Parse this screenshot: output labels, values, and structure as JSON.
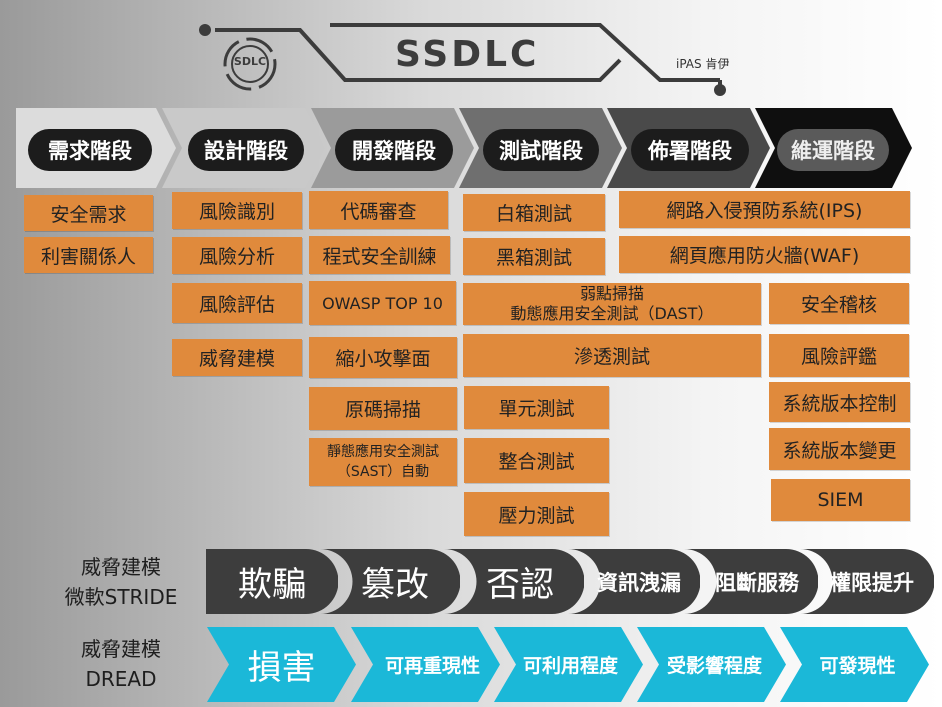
{
  "header": {
    "title": "SSDLC",
    "logo_text": "SDLC",
    "credit": "iPAS 肯伊"
  },
  "phases": [
    {
      "label": "需求階段",
      "fill": "#dcdcdc"
    },
    {
      "label": "設計階段",
      "fill": "#c9c9c9"
    },
    {
      "label": "開發階段",
      "fill": "#9b9b9b"
    },
    {
      "label": "測試階段",
      "fill": "#6f6f6f"
    },
    {
      "label": "佈署階段",
      "fill": "#4a4a4a"
    },
    {
      "label": "維運階段",
      "fill": "#0f0f0f"
    }
  ],
  "requirements": [
    "安全需求",
    "利害關係人"
  ],
  "design": [
    "風險識別",
    "風險分析",
    "風險評估",
    "威脅建模"
  ],
  "development": [
    "代碼審查",
    "程式安全訓練",
    "OWASP  TOP 10",
    "縮小攻擊面",
    "原碼掃描"
  ],
  "development_sast": [
    "靜態應用安全測試",
    "（SAST）自動"
  ],
  "testing": [
    "白箱測試",
    "黑箱測試"
  ],
  "dast": [
    "弱點掃描",
    "動態應用安全測試（DAST）"
  ],
  "pentest": "滲透測試",
  "testing_lower": [
    "單元測試",
    "整合測試",
    "壓力測試"
  ],
  "deployment": [
    "網路入侵預防系統(IPS)",
    "網頁應用防火牆(WAF)"
  ],
  "operations": [
    "安全稽核",
    "風險評鑑",
    "系統版本控制",
    "系統版本變更",
    "SIEM"
  ],
  "stride": {
    "label_line1": "威脅建模",
    "label_line2": "微軟STRIDE",
    "items": [
      "欺騙",
      "篡改",
      "否認",
      "資訊洩漏",
      "阻斷服務",
      "權限提升"
    ],
    "color": "#3d3d3d"
  },
  "dread": {
    "label_line1": "威脅建模",
    "label_line2": "DREAD",
    "items": [
      "損害",
      "可再重現性",
      "可利用程度",
      "受影響程度",
      "可發現性"
    ],
    "color": "#1bb8d8"
  },
  "colors": {
    "box": "#e08a3c",
    "pill": "#1c1c1c"
  }
}
